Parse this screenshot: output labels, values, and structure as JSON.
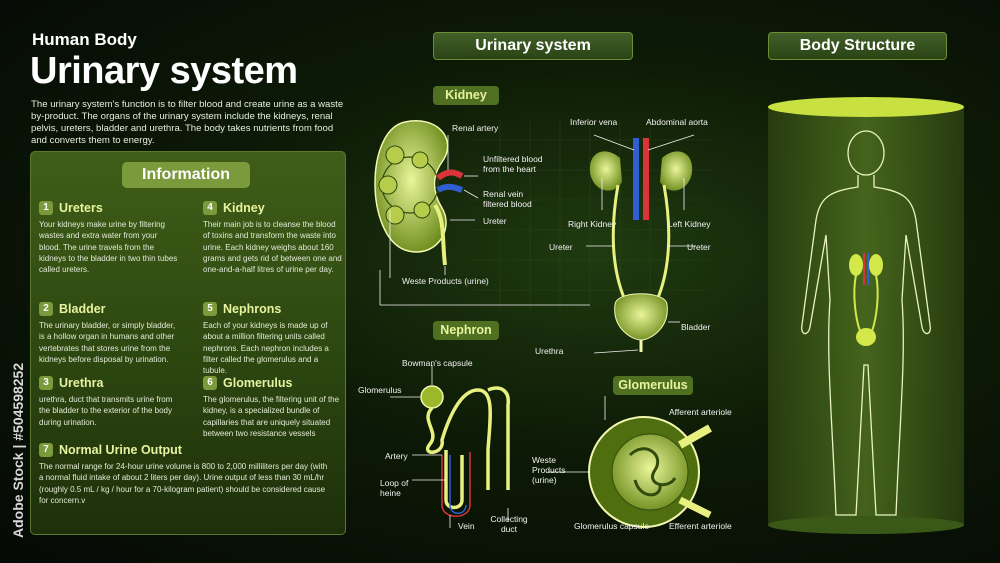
{
  "header": {
    "subtitle": "Human Body",
    "title": "Urinary system",
    "intro": "The urinary system's function is to filter blood and create urine as a waste by-product. The organs of the urinary system include the kidneys, renal pelvis, ureters, bladder and urethra. The body takes nutrients from food and converts them to energy."
  },
  "info": {
    "heading": "Information",
    "items": [
      {
        "num": "1",
        "title": "Ureters",
        "text": "Your kidneys make urine by filtering wastes and extra water from your blood. The urine travels from the kidneys to the bladder in two thin tubes called ureters."
      },
      {
        "num": "2",
        "title": "Bladder",
        "text": "The urinary bladder, or simply bladder, is a hollow organ in humans and other vertebrates that stores urine from the kidneys before disposal by urination."
      },
      {
        "num": "3",
        "title": "Urethra",
        "text": "urethra, duct that transmits urine from the bladder to the exterior of the body during urination."
      },
      {
        "num": "4",
        "title": "Kidney",
        "text": "Their main job is to cleanse the blood of toxins and transform the waste into urine. Each kidney weighs about 160 grams and gets rid of between one and one-and-a-half litres of urine per day."
      },
      {
        "num": "5",
        "title": "Nephrons",
        "text": "Each of your kidneys is made up of about a million filtering units called nephrons. Each nephron includes a filter called the glomerulus and a tubule."
      },
      {
        "num": "6",
        "title": "Glomerulus",
        "text": "The glomerulus, the filtering unit of the kidney, is a specialized bundle of capillaries that are uniquely situated between two resistance vessels"
      },
      {
        "num": "7",
        "title": "Normal Urine Output",
        "text": "The normal range for 24-hour urine volume is 800 to 2,000 milliliters per day (with a normal fluid intake of about 2 liters per day). Urine output of less than 30 mL/hr (roughly 0.5 mL / kg / hour for a 70-kilogram patient) should be considered cause for concern.v"
      }
    ]
  },
  "urinary": {
    "heading": "Urinary system",
    "kidney_label": "Kidney",
    "nephron_label": "Nephron",
    "glomerulus_label": "Glomerulus",
    "kidney_callouts": {
      "renal_artery": "Renal artery",
      "unfiltered": "Unfiltered blood from the heart",
      "renal_vein": "Renal vein filtered blood",
      "ureter": "Ureter",
      "waste": "Weste Products (urine)"
    },
    "system_callouts": {
      "inferior_vena": "Inferior vena",
      "abdominal_aorta": "Abdominal aorta",
      "right_kidney": "Right Kidney",
      "left_kidney": "Left Kidney",
      "ureter_left": "Ureter",
      "ureter_right": "Ureter",
      "bladder": "Bladder",
      "urethra": "Urethra"
    },
    "nephron_callouts": {
      "bowmans": "Bowman's capsule",
      "glomerulus": "Glomerulus",
      "artery": "Artery",
      "loop": "Loop of heine",
      "vein": "Vein",
      "collecting": "Collecting duct"
    },
    "glomerulus_callouts": {
      "waste": "Weste Products (urine)",
      "afferent": "Afferent arteriole",
      "efferent": "Efferent arteriole",
      "capsule": "Glomerulus capsule"
    }
  },
  "body": {
    "heading": "Body Structure"
  },
  "watermark": {
    "text": "Adobe Stock | #504598252"
  },
  "colors": {
    "accent": "#d4e84a",
    "panel": "#3f5e18",
    "artery": "#d8343a",
    "vein": "#2f5fd0"
  }
}
